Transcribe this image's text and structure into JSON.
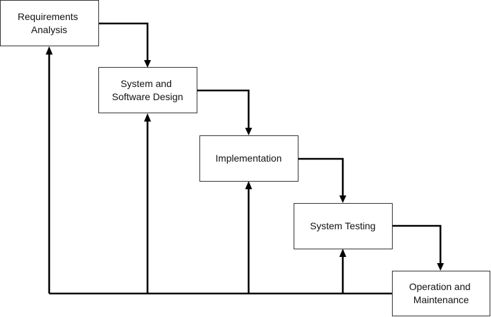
{
  "diagram": {
    "type": "waterfall",
    "stages": [
      {
        "id": "requirements",
        "lines": [
          "Requirements",
          "Analysis"
        ]
      },
      {
        "id": "design",
        "lines": [
          "System and",
          "Software Design"
        ]
      },
      {
        "id": "implementation",
        "lines": [
          "Implementation"
        ]
      },
      {
        "id": "testing",
        "lines": [
          "System Testing"
        ]
      },
      {
        "id": "operation",
        "lines": [
          "Operation and",
          "Maintenance"
        ]
      }
    ],
    "forward_flow": [
      [
        "requirements",
        "design"
      ],
      [
        "design",
        "implementation"
      ],
      [
        "implementation",
        "testing"
      ],
      [
        "testing",
        "operation"
      ]
    ],
    "feedback_from": "operation",
    "feedback_to": [
      "requirements",
      "design",
      "implementation",
      "testing"
    ]
  }
}
